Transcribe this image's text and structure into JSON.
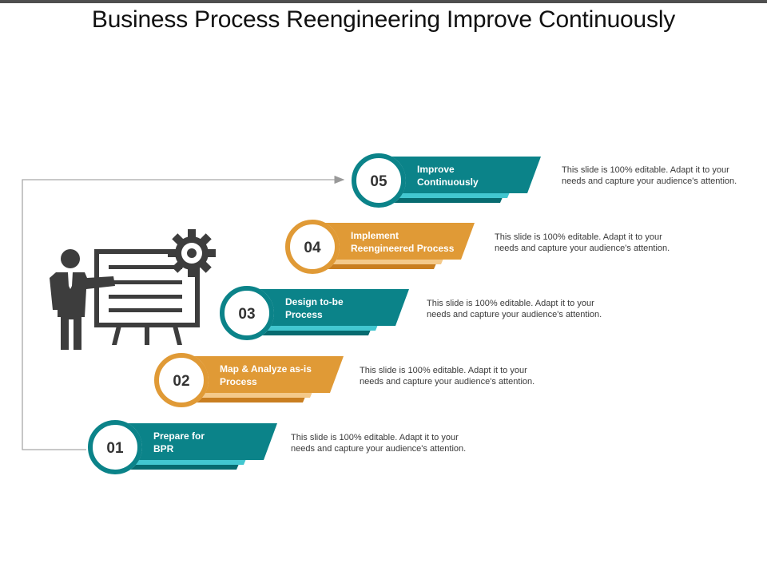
{
  "title": "Business Process Reengineering Improve Continuously",
  "colors": {
    "teal": "#0b8389",
    "teal_dark": "#076b70",
    "teal_light": "#42c7d0",
    "orange": "#e09a36",
    "orange_dark": "#c97e20",
    "orange_light": "#f4c98a",
    "icon_gray": "#3d3d3d"
  },
  "steps": [
    {
      "number": "01",
      "label_line1": "Prepare for",
      "label_line2": "BPR",
      "color": "teal",
      "description": "This slide is 100% editable. Adapt it to your needs and capture your audience's attention."
    },
    {
      "number": "02",
      "label_line1": "Map & Analyze as-is",
      "label_line2": "Process",
      "color": "orange",
      "description": "This slide is 100% editable. Adapt it to your needs and capture your audience's attention."
    },
    {
      "number": "03",
      "label_line1": "Design to-be",
      "label_line2": "Process",
      "color": "teal",
      "description": "This slide is 100% editable. Adapt it to your needs and capture your audience's attention."
    },
    {
      "number": "04",
      "label_line1": "Implement",
      "label_line2": "Reengineered Process",
      "color": "orange",
      "description": "This slide is 100% editable. Adapt it to your needs and capture your audience's attention."
    },
    {
      "number": "05",
      "label_line1": "Improve",
      "label_line2": "Continuously",
      "color": "teal",
      "description": "This slide is 100% editable. Adapt it to your needs and capture your audience's attention."
    }
  ],
  "icons": {
    "presenter": "presenter-board-icon",
    "gear": "gear-icon",
    "loop_arrow": "feedback-arrow-icon"
  }
}
